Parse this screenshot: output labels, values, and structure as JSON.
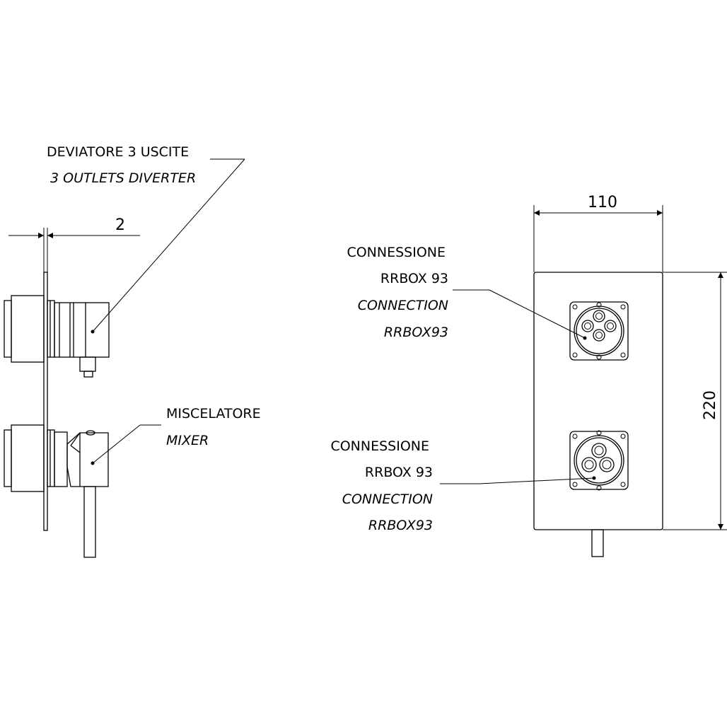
{
  "labels": {
    "diverter_it": "DEVIATORE 3 USCITE",
    "diverter_en": "3 OUTLETS DIVERTER",
    "mixer_it": "MISCELATORE",
    "mixer_en": "MIXER",
    "conn_top": [
      "CONNESSIONE",
      "RRBOX 93",
      "CONNECTION",
      "RRBOX93"
    ],
    "conn_bottom": [
      "CONNESSIONE",
      "RRBOX 93",
      "CONNECTION",
      "RRBOX93"
    ]
  },
  "dimensions": {
    "plate_thickness": "2",
    "width": "110",
    "height": "220"
  }
}
